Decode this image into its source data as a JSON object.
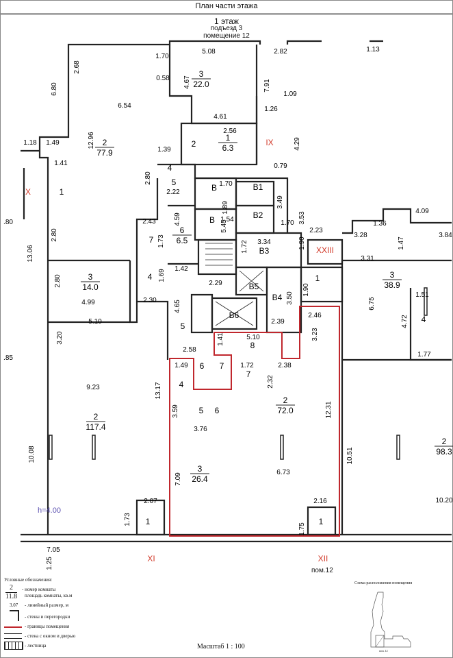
{
  "header": {
    "title": "План части этажа",
    "floor": "1 этаж",
    "entrance": "подъезд 3",
    "premises": "помещение 12"
  },
  "colors": {
    "wall": "#222222",
    "boundary": "#c0272d",
    "height_note": "#5a4fb0",
    "roman": "#d23a2a"
  },
  "plan": {
    "height_note": "h=4.00",
    "premises_label": "пом.12",
    "rooms": [
      {
        "num": "3",
        "area": "22.0"
      },
      {
        "num": "1",
        "area": "6.3"
      },
      {
        "num": "2",
        "area": "77.9"
      },
      {
        "num": "2",
        "area": ""
      },
      {
        "num": "1",
        "area": ""
      },
      {
        "num": "4",
        "area": ""
      },
      {
        "num": "5",
        "area": ""
      },
      {
        "num": "В",
        "area": ""
      },
      {
        "num": "В1",
        "area": ""
      },
      {
        "num": "В",
        "area": ""
      },
      {
        "num": "В2",
        "area": ""
      },
      {
        "num": "В3",
        "area": ""
      },
      {
        "num": "6",
        "area": "6.5"
      },
      {
        "num": "7",
        "area": ""
      },
      {
        "num": "4",
        "area": ""
      },
      {
        "num": "3",
        "area": "14.0"
      },
      {
        "num": "В5",
        "area": ""
      },
      {
        "num": "В4",
        "area": ""
      },
      {
        "num": "В6",
        "area": ""
      },
      {
        "num": "1",
        "area": ""
      },
      {
        "num": "3",
        "area": "38.9"
      },
      {
        "num": "4",
        "area": ""
      },
      {
        "num": "5",
        "area": ""
      },
      {
        "num": "8",
        "area": ""
      },
      {
        "num": "4",
        "area": ""
      },
      {
        "num": "6",
        "area": ""
      },
      {
        "num": "7",
        "area": ""
      },
      {
        "num": "7",
        "area": ""
      },
      {
        "num": "5",
        "area": ""
      },
      {
        "num": "6",
        "area": ""
      },
      {
        "num": "2",
        "area": "117.4"
      },
      {
        "num": "2",
        "area": "72.0"
      },
      {
        "num": "2",
        "area": "98.3"
      },
      {
        "num": "3",
        "area": "26.4"
      },
      {
        "num": "1",
        "area": ""
      },
      {
        "num": "1",
        "area": ""
      }
    ],
    "roman": [
      "X",
      "IX",
      "XXIII",
      "XI",
      "XII"
    ],
    "dims": [
      "1.70",
      "5.08",
      "2.82",
      "1.13",
      "2.68",
      "6.80",
      "0.58",
      "4.67",
      "7.91",
      "1.09",
      "6.54",
      "4.61",
      "1.26",
      "12.96",
      "1.18",
      "1.49",
      "2.56",
      "4.29",
      "1.39",
      "1.41",
      "0.79",
      "2.80",
      "1.70",
      "3.49",
      "2.22",
      "1.89",
      "3.53",
      "4.59",
      "5.45",
      "1.54",
      "2.43",
      "1.70",
      "4.09",
      "1.36",
      "2.80",
      ".80",
      "13.06",
      "2.23",
      "3.28",
      "1.47",
      "3.84",
      "1.73",
      "1.72",
      "1.90",
      "3.31",
      "1.42",
      "1.69",
      "2.80",
      "2.29",
      "1.51",
      "1.90",
      "3.50",
      "6.75",
      "2.30",
      "4.65",
      "4.99",
      "5.10",
      "4.72",
      "2.46",
      "2.39",
      "3.20",
      "3.23",
      "2.58",
      "1.41",
      "1.77",
      ".85",
      "1.49",
      "1.72",
      "2.38",
      "9.23",
      "2.32",
      "13.17",
      "3.59",
      "12.31",
      "3.76",
      "10.51",
      "10.08",
      "6.73",
      "7.09",
      "10.20",
      "2.07",
      "2.16",
      "1.73",
      "1.75",
      "7.05",
      "1.25",
      "5.10",
      "3.34"
    ]
  },
  "legend": {
    "title": "Условные обозначения:",
    "sample_num": "2",
    "sample_area": "11.8",
    "room_num": "- номер комнаты",
    "room_area": "площадь комнаты, кв.м",
    "sample_dim": "3.07",
    "dim": "- линейный размер, м",
    "walls": "- стены и перегородки",
    "boundary": "- границы помещения",
    "window_door": "- стена с окном и дверью",
    "stairs": "- лестница"
  },
  "footer": {
    "scale": "Масштаб 1 : 100"
  },
  "scheme": {
    "title": "Схема расположения помещения",
    "label": "пом. 12"
  }
}
